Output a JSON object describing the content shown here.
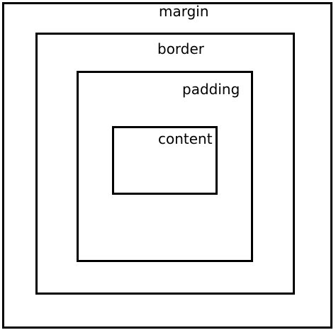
{
  "diagram": {
    "layers": [
      {
        "key": "margin",
        "label": "margin"
      },
      {
        "key": "border",
        "label": "border"
      },
      {
        "key": "padding",
        "label": "padding"
      },
      {
        "key": "content",
        "label": "content"
      }
    ],
    "colors": {
      "stroke": "#000000",
      "background": "#ffffff",
      "text": "#000000"
    }
  }
}
